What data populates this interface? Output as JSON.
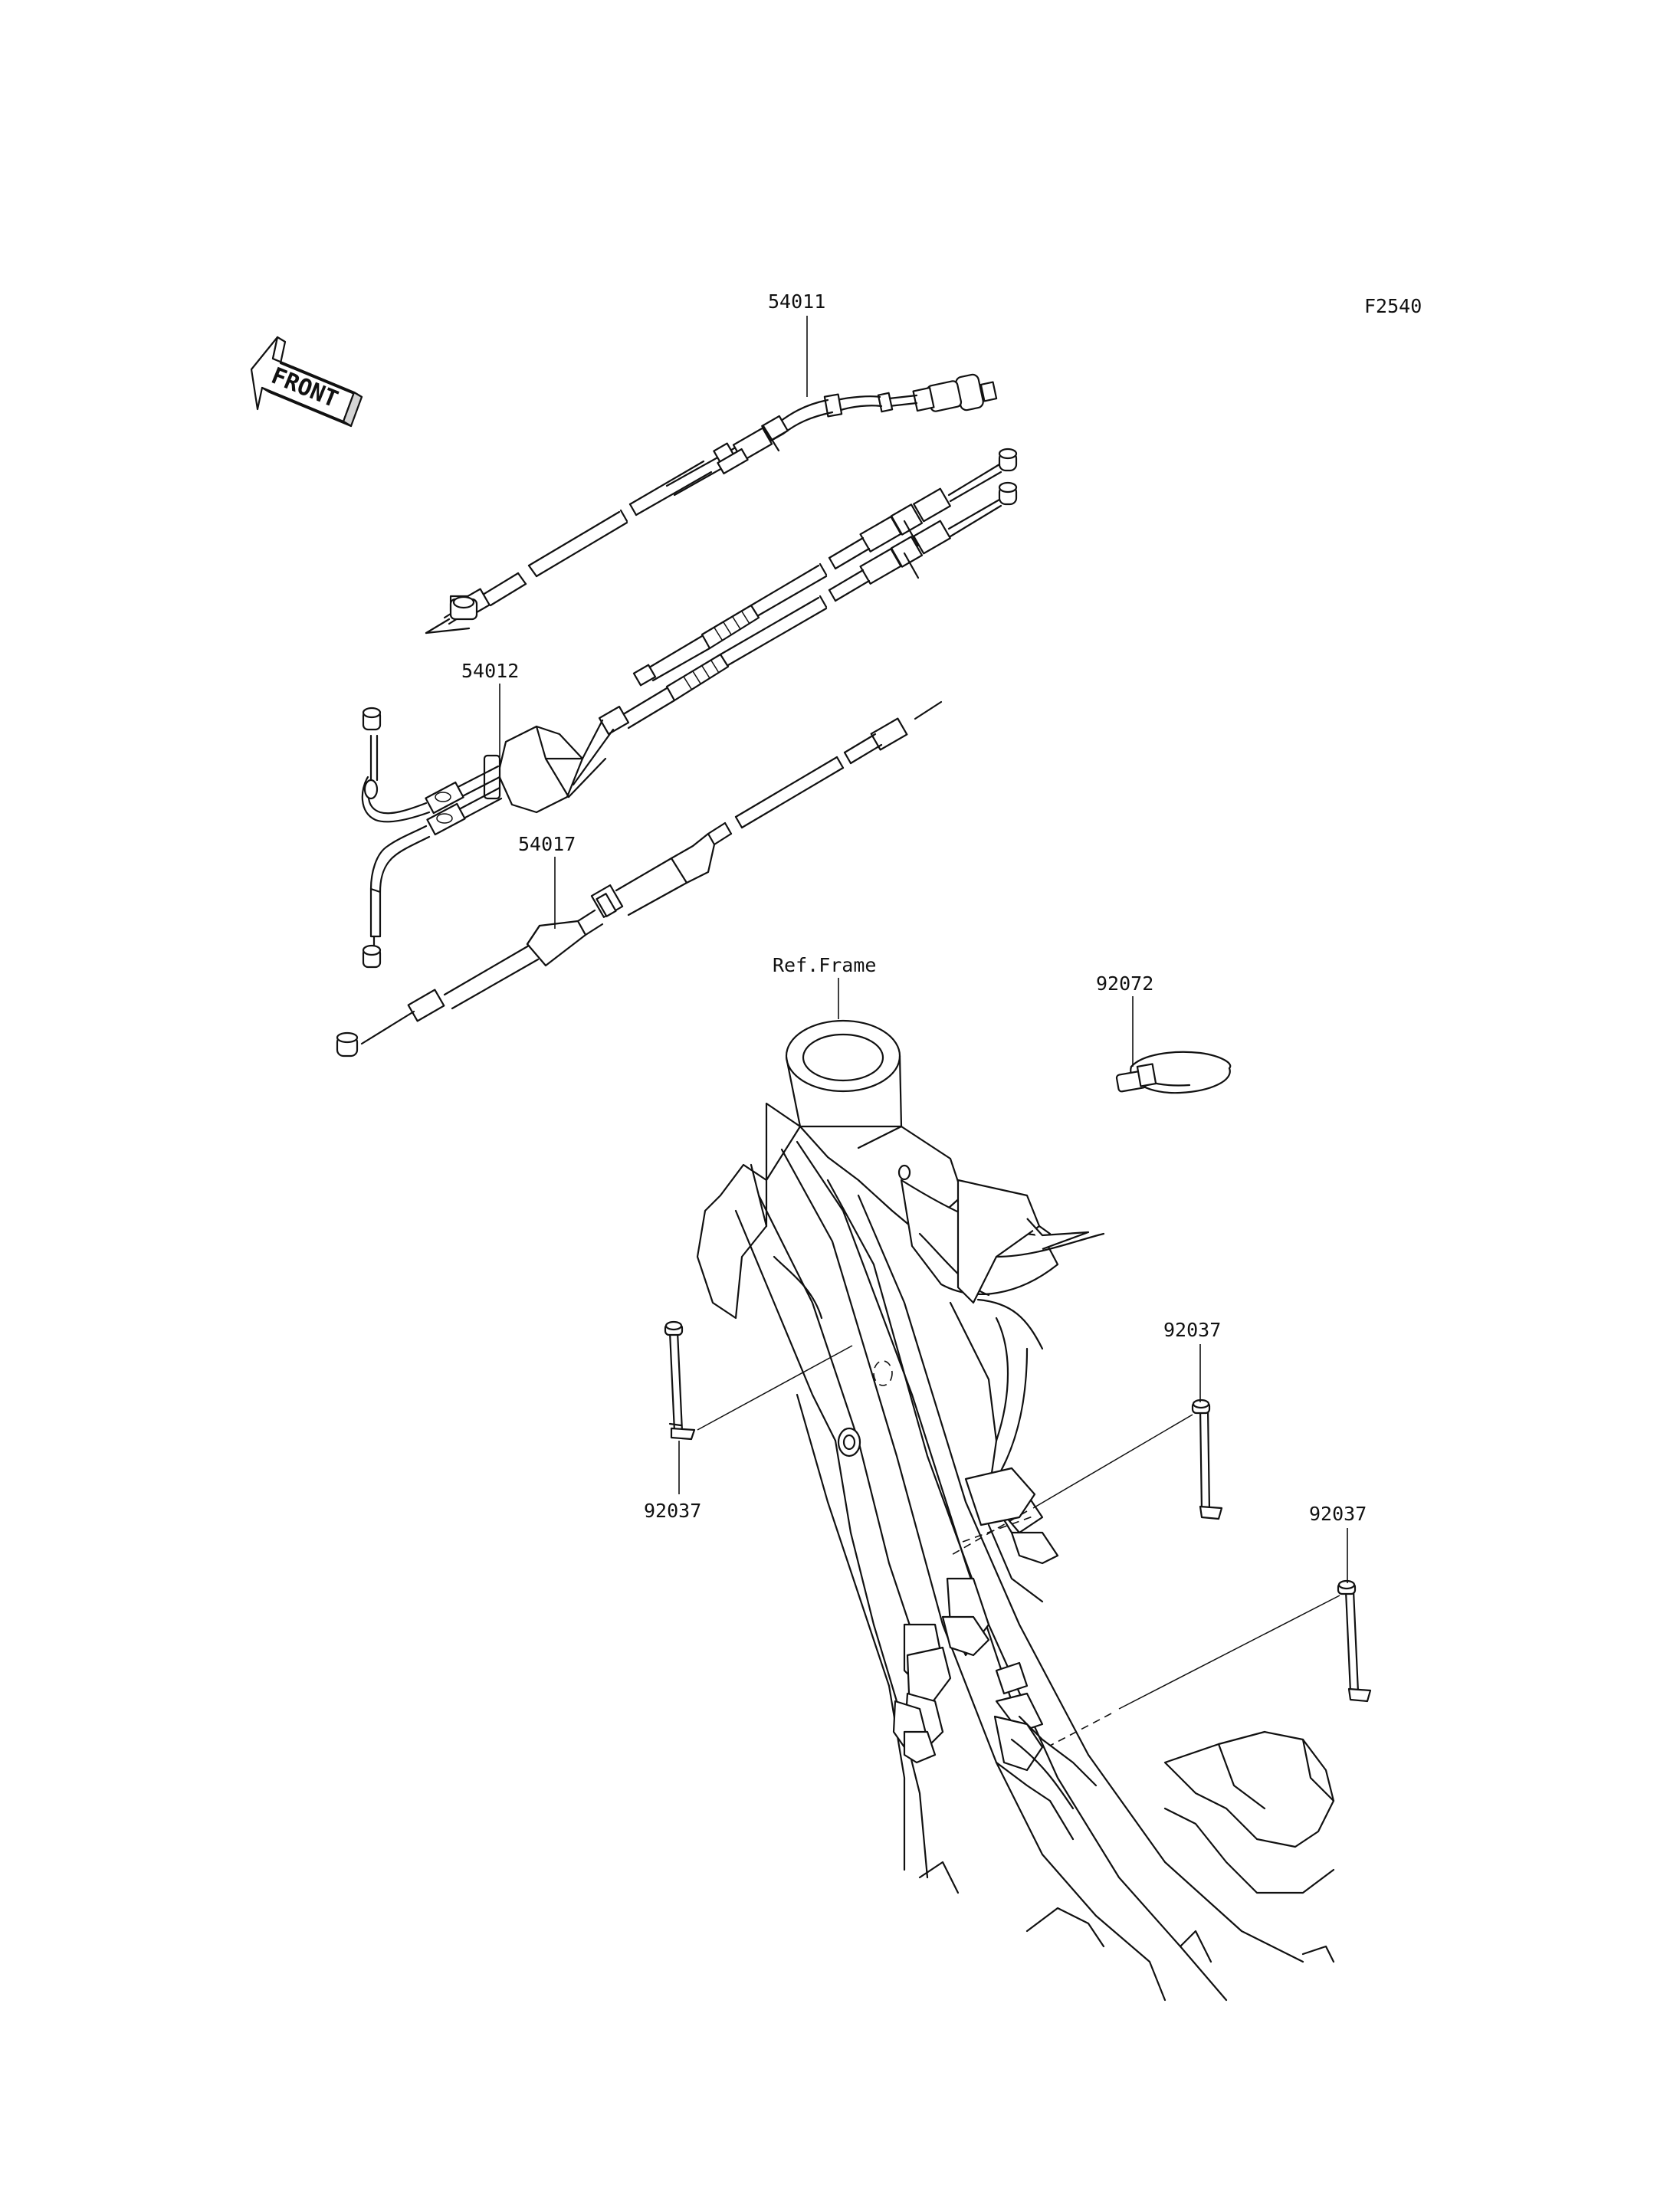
{
  "diagram": {
    "figure_code": "F2540",
    "front_label": "FRONT",
    "parts": [
      {
        "label": "54011"
      },
      {
        "label": "54012"
      },
      {
        "label": "54017"
      },
      {
        "label": "Ref.Frame"
      },
      {
        "label": "92072"
      },
      {
        "label": "92037"
      },
      {
        "label": "92037"
      },
      {
        "label": "92037"
      }
    ]
  }
}
